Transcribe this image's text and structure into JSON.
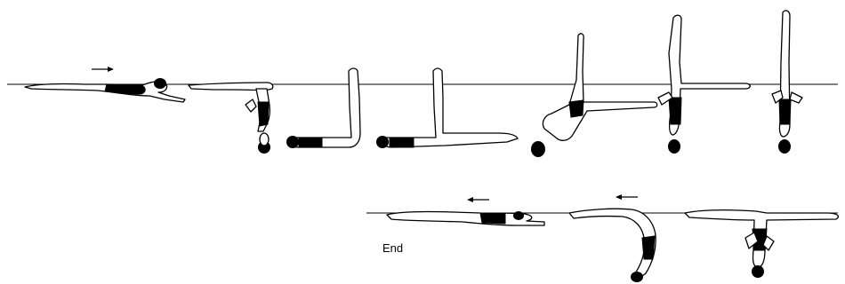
{
  "labels": {
    "end": "End"
  },
  "figures": {
    "row1": [
      {
        "id": "back-layout-start",
        "direction_arrow": "right"
      },
      {
        "id": "bent-knee-descent"
      },
      {
        "id": "vertical-leg-1"
      },
      {
        "id": "vertical-leg-2"
      },
      {
        "id": "rotation"
      },
      {
        "id": "vertical-split"
      },
      {
        "id": "vertical-final"
      }
    ],
    "row2": [
      {
        "id": "back-layout-end",
        "direction_arrow": "left"
      },
      {
        "id": "surface-arch"
      },
      {
        "id": "split-vertical"
      }
    ]
  },
  "colors": {
    "line": "#000000",
    "suit": "#000000",
    "background": "#ffffff"
  }
}
